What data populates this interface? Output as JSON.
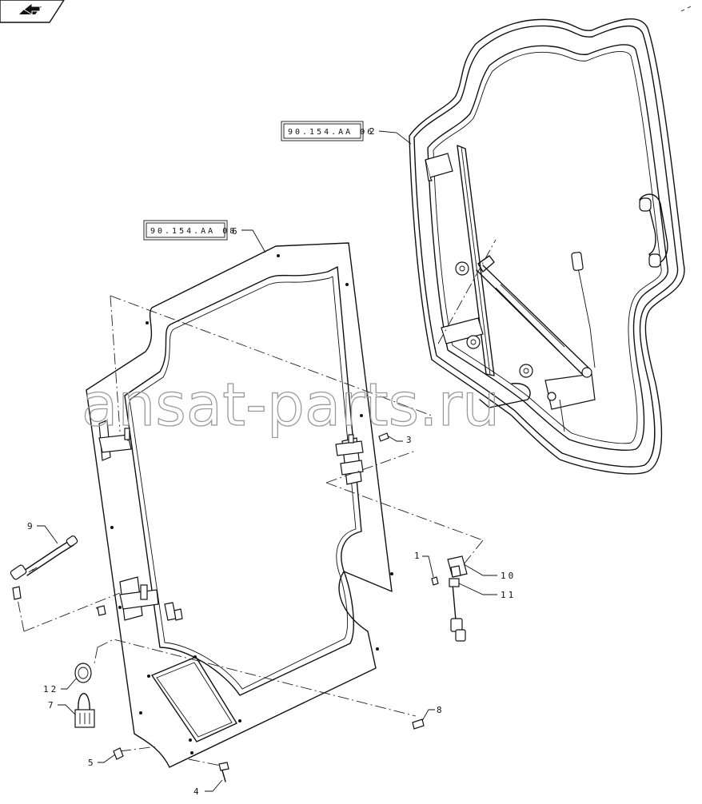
{
  "watermark": "ansat-parts.ru",
  "references": [
    {
      "id": "ref-door-glass",
      "text": "90.154.AA 06"
    },
    {
      "id": "ref-door-frame",
      "text": "90.154.AA 08"
    }
  ],
  "callouts": {
    "c1": "1",
    "c2": "2",
    "c3": "3",
    "c4": "4",
    "c5": "5",
    "c6": "6",
    "c7": "7",
    "c8": "8",
    "c9": "9",
    "c10": "10",
    "c11": "11",
    "c12": "12"
  },
  "icons": {
    "nav": "folder-arrow-icon"
  }
}
